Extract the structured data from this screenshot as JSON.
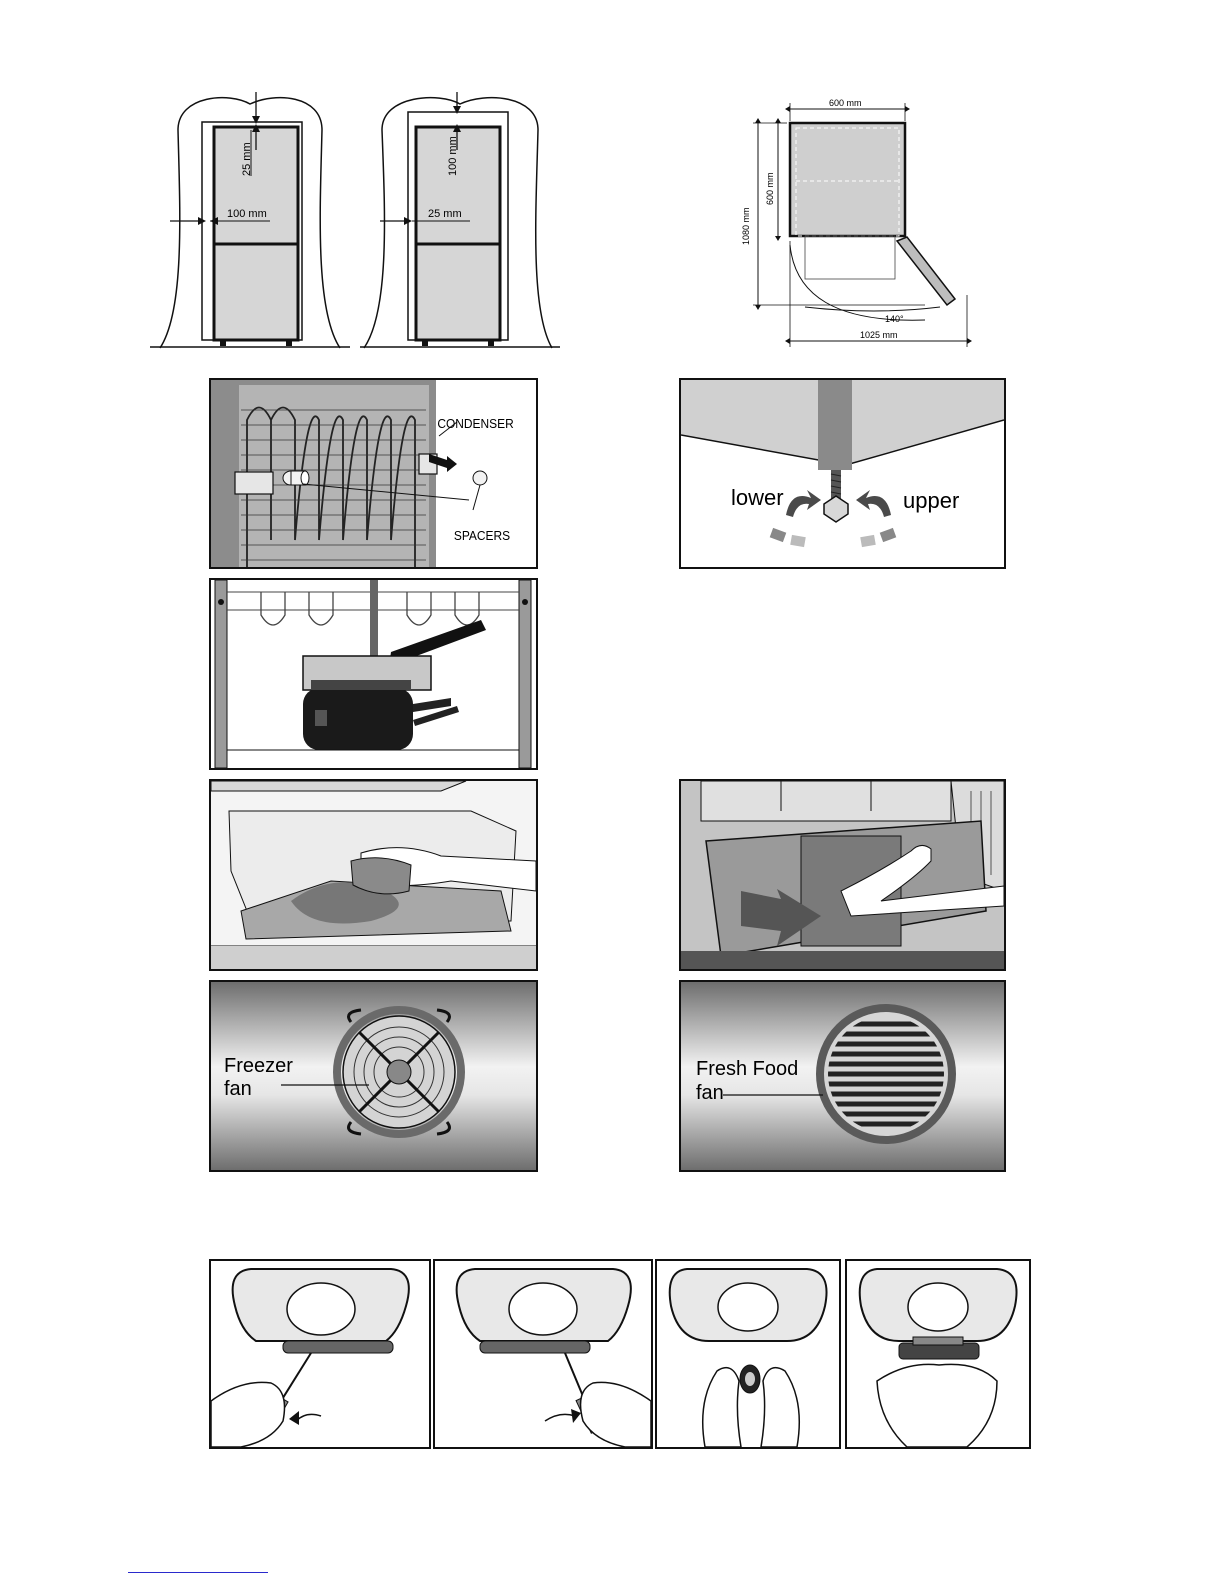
{
  "clearance": {
    "left": {
      "top_gap": "25 mm",
      "side_gap": "100 mm"
    },
    "right": {
      "top_gap": "100 mm",
      "side_gap": "25 mm"
    }
  },
  "dimensions": {
    "width": "600 mm",
    "depth": "600 mm",
    "depth_open": "1080 mm",
    "angle": "140°",
    "total_width": "1025 mm"
  },
  "condenser_panel": {
    "condenser_label": "CONDENSER",
    "spacers_label": "SPACERS"
  },
  "leveling_panel": {
    "lower_label": "lower",
    "upper_label": "upper"
  },
  "freezer_fan_panel": {
    "label_line1": "Freezer",
    "label_line2": "fan"
  },
  "fresh_fan_panel": {
    "label_line1": "Fresh Food",
    "label_line2": "fan"
  },
  "colors": {
    "panel_gray": "#c8c8c8",
    "dark_gray": "#5a5a5a",
    "outline": "#111111",
    "link_blue": "#2a2acc"
  }
}
